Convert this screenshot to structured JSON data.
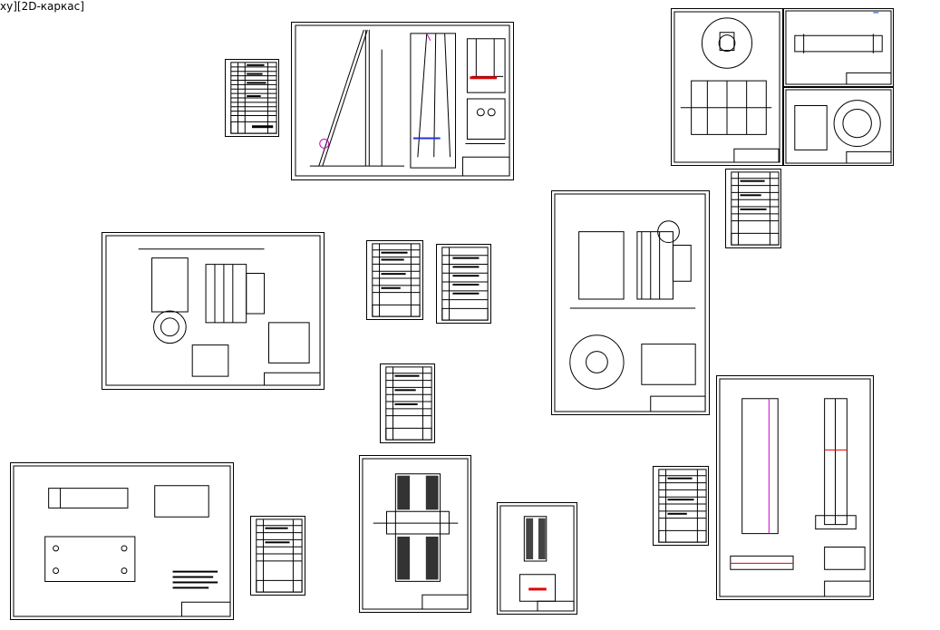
{
  "viewport": {
    "label": "xy][2D-каркас]"
  },
  "sheets": [
    {
      "id": "spec-1",
      "kind": "specification"
    },
    {
      "id": "mast-assembly",
      "kind": "drawing"
    },
    {
      "id": "pulley-drawings",
      "kind": "drawing"
    },
    {
      "id": "shaft-detail",
      "kind": "drawing"
    },
    {
      "id": "hub-detail",
      "kind": "drawing"
    },
    {
      "id": "spec-2",
      "kind": "specification"
    },
    {
      "id": "winch-plan",
      "kind": "drawing"
    },
    {
      "id": "spec-3",
      "kind": "specification"
    },
    {
      "id": "spec-4",
      "kind": "specification"
    },
    {
      "id": "winch-general-view",
      "kind": "drawing"
    },
    {
      "id": "spec-5",
      "kind": "specification"
    },
    {
      "id": "frame-drawing",
      "kind": "drawing"
    },
    {
      "id": "drum-section",
      "kind": "drawing"
    },
    {
      "id": "spec-6",
      "kind": "specification"
    },
    {
      "id": "small-part",
      "kind": "drawing"
    },
    {
      "id": "spec-7",
      "kind": "specification"
    },
    {
      "id": "column-drawing",
      "kind": "drawing"
    }
  ],
  "colors": {
    "paper": "#ffffff",
    "line": "#000000",
    "accent_magenta": "#cc00cc",
    "accent_red": "#dd0000",
    "accent_blue": "#2233cc"
  }
}
